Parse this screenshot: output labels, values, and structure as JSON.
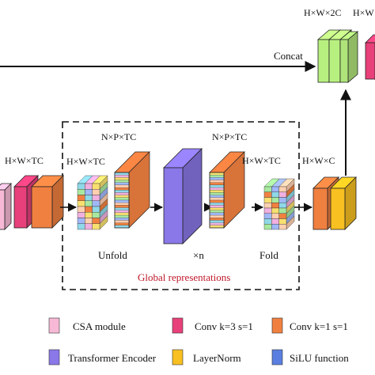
{
  "labels": {
    "top_dim": "H×W×2C",
    "top_dim_cut": "H×W",
    "concat": "Concat",
    "left_dim": "H×W×TC",
    "inner_left_dim": "H×W×TC",
    "npt_left": "N×P×TC",
    "npt_right": "N×P×TC",
    "inner_right_dim": "H×W×TC",
    "right_dim": "H×W×C",
    "unfold": "Unfold",
    "times_n": "×n",
    "fold": "Fold",
    "global_repr": "Global representations"
  },
  "legend": [
    {
      "label": "CSA module",
      "color": "#f7b9d6"
    },
    {
      "label": "Conv k=3 s=1",
      "color": "#e8407a"
    },
    {
      "label": "Conv k=1 s=1",
      "color": "#f08040"
    },
    {
      "label": "Transformer Encoder",
      "color": "#8a78e8"
    },
    {
      "label": "LayerNorm",
      "color": "#f8c020"
    },
    {
      "label": "SiLU function",
      "color": "#5a7fe0"
    }
  ],
  "colors": {
    "concat_block": "#b8f080",
    "top_right_block": "#e8407a",
    "encoder": "#8a78e8",
    "pink": "#f7b9d6",
    "conv3": "#e8407a",
    "conv1": "#f08040",
    "layernorm": "#f8c020",
    "silu": "#5a7fe0",
    "stripe_palette": [
      "#f08040",
      "#8fd8e8",
      "#f0b0e0",
      "#f8e070",
      "#a8e8a0",
      "#a0b8f8",
      "#ffd0b0"
    ]
  }
}
